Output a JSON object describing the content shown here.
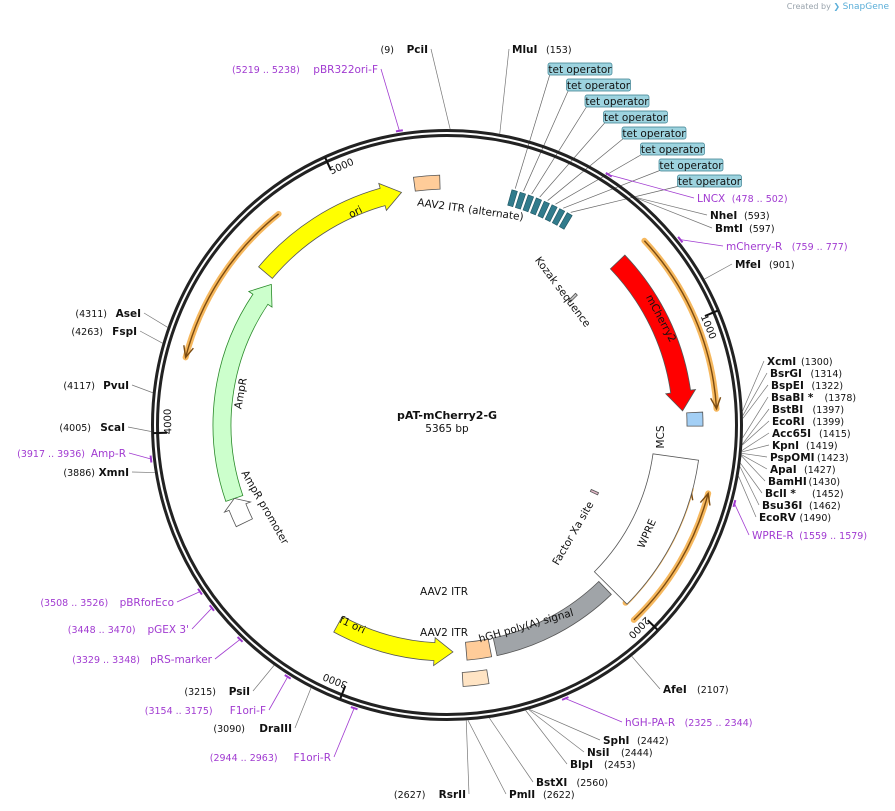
{
  "credit": {
    "prefix": "Created by",
    "brand": "SnapGene"
  },
  "plasmid": {
    "name": "pAT-mCherry2-G",
    "length_label": "5365 bp",
    "length": 5365
  },
  "colors": {
    "ori": "#ffff00",
    "orf_red": "#ff0000",
    "orf_green": "#ccffcc",
    "itr": "#ffcc99",
    "itr_light": "#ffe4c4",
    "polyA": "#a0a4a8",
    "tet": "#317b8c",
    "tet_label_bg": "#9dd3df",
    "primer": "#a13bd1",
    "mcs": "#a3cff5",
    "orange_arc": "#f6b85e"
  },
  "ticks": [
    {
      "label": "1000",
      "pos": 1000
    },
    {
      "label": "2000",
      "pos": 2000
    },
    {
      "label": "3000",
      "pos": 3000
    },
    {
      "label": "4000",
      "pos": 4000
    },
    {
      "label": "5000",
      "pos": 5000
    }
  ],
  "sites": [
    {
      "name": "PciI",
      "pos_label": "(9)",
      "pos": 9,
      "side": "L"
    },
    {
      "name": "MluI",
      "pos_label": "(153)",
      "pos": 153,
      "side": "R"
    },
    {
      "name": "NheI",
      "pos_label": "(593)",
      "pos": 593,
      "side": "R"
    },
    {
      "name": "BmtI",
      "pos_label": "(597)",
      "pos": 597,
      "side": "R"
    },
    {
      "name": "MfeI",
      "pos_label": "(901)",
      "pos": 901,
      "side": "R"
    },
    {
      "name": "XcmI",
      "pos_label": "(1300)",
      "pos": 1300,
      "side": "R"
    },
    {
      "name": "BsrGI",
      "pos_label": "(1314)",
      "pos": 1314,
      "side": "R"
    },
    {
      "name": "BspEI",
      "pos_label": "(1322)",
      "pos": 1322,
      "side": "R"
    },
    {
      "name": "BsaBI *",
      "pos_label": "(1378)",
      "pos": 1378,
      "side": "R"
    },
    {
      "name": "BstBI",
      "pos_label": "(1397)",
      "pos": 1397,
      "side": "R"
    },
    {
      "name": "EcoRI",
      "pos_label": "(1399)",
      "pos": 1399,
      "side": "R"
    },
    {
      "name": "Acc65I",
      "pos_label": "(1415)",
      "pos": 1415,
      "side": "R"
    },
    {
      "name": "KpnI",
      "pos_label": "(1419)",
      "pos": 1419,
      "side": "R"
    },
    {
      "name": "PspOMI",
      "pos_label": "(1423)",
      "pos": 1423,
      "side": "R"
    },
    {
      "name": "ApaI",
      "pos_label": "(1427)",
      "pos": 1427,
      "side": "R"
    },
    {
      "name": "BamHI",
      "pos_label": "(1430)",
      "pos": 1430,
      "side": "R"
    },
    {
      "name": "BclI *",
      "pos_label": "(1452)",
      "pos": 1452,
      "side": "R"
    },
    {
      "name": "Bsu36I",
      "pos_label": "(1462)",
      "pos": 1462,
      "side": "R"
    },
    {
      "name": "EcoRV",
      "pos_label": "(1490)",
      "pos": 1490,
      "side": "R"
    },
    {
      "name": "AfeI",
      "pos_label": "(2107)",
      "pos": 2107,
      "side": "R"
    },
    {
      "name": "SphI",
      "pos_label": "(2442)",
      "pos": 2442,
      "side": "R"
    },
    {
      "name": "NsiI",
      "pos_label": "(2444)",
      "pos": 2444,
      "side": "R"
    },
    {
      "name": "BlpI",
      "pos_label": "(2453)",
      "pos": 2453,
      "side": "R"
    },
    {
      "name": "BstXI",
      "pos_label": "(2560)",
      "pos": 2560,
      "side": "R"
    },
    {
      "name": "PmlI",
      "pos_label": "(2622)",
      "pos": 2622,
      "side": "R"
    },
    {
      "name": "RsrII",
      "pos_label": "(2627)",
      "pos": 2627,
      "side": "L"
    },
    {
      "name": "DraIII",
      "pos_label": "(3090)",
      "pos": 3090,
      "side": "L"
    },
    {
      "name": "PsiI",
      "pos_label": "(3215)",
      "pos": 3215,
      "side": "L"
    },
    {
      "name": "XmnI",
      "pos_label": "(3886)",
      "pos": 3886,
      "side": "L"
    },
    {
      "name": "ScaI",
      "pos_label": "(4005)",
      "pos": 4005,
      "side": "L"
    },
    {
      "name": "PvuI",
      "pos_label": "(4117)",
      "pos": 4117,
      "side": "L"
    },
    {
      "name": "FspI",
      "pos_label": "(4263)",
      "pos": 4263,
      "side": "L"
    },
    {
      "name": "AseI",
      "pos_label": "(4311)",
      "pos": 4311,
      "side": "L"
    }
  ],
  "primers": [
    {
      "name": "pBR322ori-F",
      "range": "(5219 .. 5238)",
      "pos": 5228,
      "side": "L"
    },
    {
      "name": "LNCX",
      "range": "(478 .. 502)",
      "pos": 490,
      "side": "R"
    },
    {
      "name": "mCherry-R",
      "range": "(759 .. 777)",
      "pos": 768,
      "side": "R"
    },
    {
      "name": "WPRE-R",
      "range": "(1559 .. 1579)",
      "pos": 1569,
      "side": "R"
    },
    {
      "name": "hGH-PA-R",
      "range": "(2325 .. 2344)",
      "pos": 2334,
      "side": "R"
    },
    {
      "name": "F1ori-R",
      "range": "(2944 .. 2963)",
      "pos": 2953,
      "side": "L"
    },
    {
      "name": "F1ori-F",
      "range": "(3154 .. 3175)",
      "pos": 3164,
      "side": "L"
    },
    {
      "name": "pRS-marker",
      "range": "(3329 .. 3348)",
      "pos": 3338,
      "side": "L"
    },
    {
      "name": "pGEX 3'",
      "range": "(3448 .. 3470)",
      "pos": 3459,
      "side": "L"
    },
    {
      "name": "pBRforEco",
      "range": "(3508 .. 3526)",
      "pos": 3517,
      "side": "L"
    },
    {
      "name": "Amp-R",
      "range": "(3917 .. 3936)",
      "pos": 3926,
      "side": "L"
    }
  ],
  "tet_operators": [
    {
      "label": "tet operator",
      "pos": 240
    },
    {
      "label": "tet operator",
      "pos": 270
    },
    {
      "label": "tet operator",
      "pos": 300
    },
    {
      "label": "tet operator",
      "pos": 330
    },
    {
      "label": "tet operator",
      "pos": 360
    },
    {
      "label": "tet operator",
      "pos": 390
    },
    {
      "label": "tet operator",
      "pos": 420
    },
    {
      "label": "tet operator",
      "pos": 450
    }
  ],
  "features": [
    {
      "id": "ori",
      "label": "ori",
      "start": 4620,
      "end": 5200,
      "kind": "arrow",
      "dir": 1,
      "color": "#ffff00"
    },
    {
      "id": "aav2-itr-alt",
      "label": "AAV2 ITR (alternate)",
      "start": 5250,
      "end": 5340,
      "kind": "box",
      "color": "#ffcc99"
    },
    {
      "id": "mcherry2",
      "label": "mCherry2",
      "start": 690,
      "end": 1290,
      "kind": "arrow",
      "dir": 1,
      "color": "#ff0000"
    },
    {
      "id": "kozak",
      "label": "Kozak sequence",
      "start": 660,
      "end": 672,
      "kind": "box",
      "color": "#c0c0c0"
    },
    {
      "id": "mcs",
      "label": "MCS",
      "start": 1298,
      "end": 1345,
      "kind": "box",
      "color": "#a3cff5"
    },
    {
      "id": "wpre",
      "label": "WPRE",
      "start": 1460,
      "end": 2010,
      "kind": "box",
      "color": "#ffffff"
    },
    {
      "id": "factor-xa",
      "label": "Factor Xa site",
      "start": 1700,
      "end": 1712,
      "kind": "box",
      "color": "#e3b8c8"
    },
    {
      "id": "hgh-polya",
      "label": "hGH poly(A) signal",
      "start": 2025,
      "end": 2500,
      "kind": "box",
      "color": "#a0a4a8"
    },
    {
      "id": "aav2-itr-b",
      "label": "AAV2 ITR",
      "start": 2520,
      "end": 2610,
      "kind": "box",
      "color": "#ffcc99"
    },
    {
      "id": "aav2-itr-c",
      "label": "AAV2 ITR",
      "start": 2545,
      "end": 2630,
      "kind": "box",
      "color": "#ffe4c4"
    },
    {
      "id": "f1-ori",
      "label": "f1 ori",
      "start": 2660,
      "end": 3110,
      "kind": "arrow",
      "dir": -1,
      "color": "#ffff00"
    },
    {
      "id": "ampr",
      "label": "AmpR",
      "start": 3740,
      "end": 4600,
      "kind": "arrow",
      "dir": 1,
      "color": "#ccffcc"
    },
    {
      "id": "ampr-promoter",
      "label": "AmpR promoter",
      "start": 3640,
      "end": 3740,
      "kind": "arrow",
      "dir": 1,
      "color": "#ffffff"
    }
  ]
}
